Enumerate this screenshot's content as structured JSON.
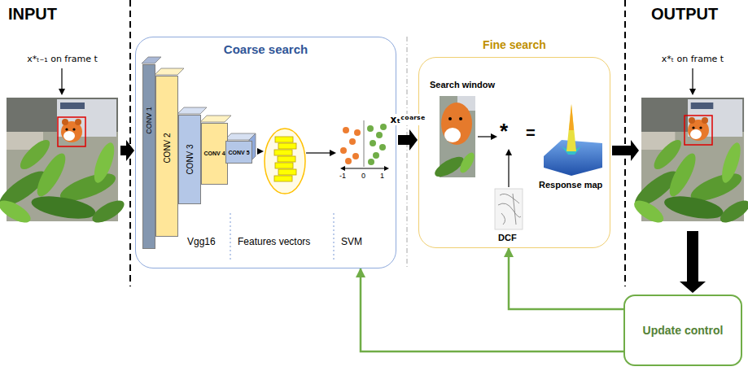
{
  "diagram": {
    "nodes": [
      {
        "text": [
          "x*ₜ₋₁ on frame t"
        ]
      },
      {
        "text": [
          "Coarse search"
        ]
      },
      {
        "text": [
          "CONV 1"
        ],
        "in": 1
      },
      {
        "text": [
          "CONV 2"
        ],
        "in": 1
      },
      {
        "text": [
          "CONV 3"
        ],
        "in": 1
      },
      {
        "text": [
          "CONV 4"
        ],
        "in": 1
      },
      {
        "text": [
          "CONV 5"
        ],
        "in": 1
      },
      {
        "text": [
          "Fine search"
        ]
      },
      {
        "text": [
          "x*ₜ on frame t"
        ]
      },
      {
        "text": [
          "Update control"
        ]
      }
    ],
    "edges": [
      {
        "from": 0,
        "to": 1,
        "arrow": "to"
      },
      {
        "from": 1,
        "to": 7,
        "label": "xₜᶜᵒᵃʳˢᵉ",
        "arrow": "to"
      },
      {
        "from": 7,
        "to": 8,
        "arrow": "to"
      },
      {
        "from": 8,
        "to": 9,
        "arrow": "to"
      },
      {
        "from": 9,
        "to": 1,
        "arrow": "to"
      },
      {
        "from": 9,
        "to": 7,
        "arrow": "to"
      }
    ],
    "labels": [
      "INPUT",
      "OUTPUT",
      "Vgg16",
      "Features vectors",
      "SVM",
      "-1",
      "0",
      "1",
      "Search window",
      "*",
      "=",
      "DCF",
      "Response map"
    ]
  }
}
